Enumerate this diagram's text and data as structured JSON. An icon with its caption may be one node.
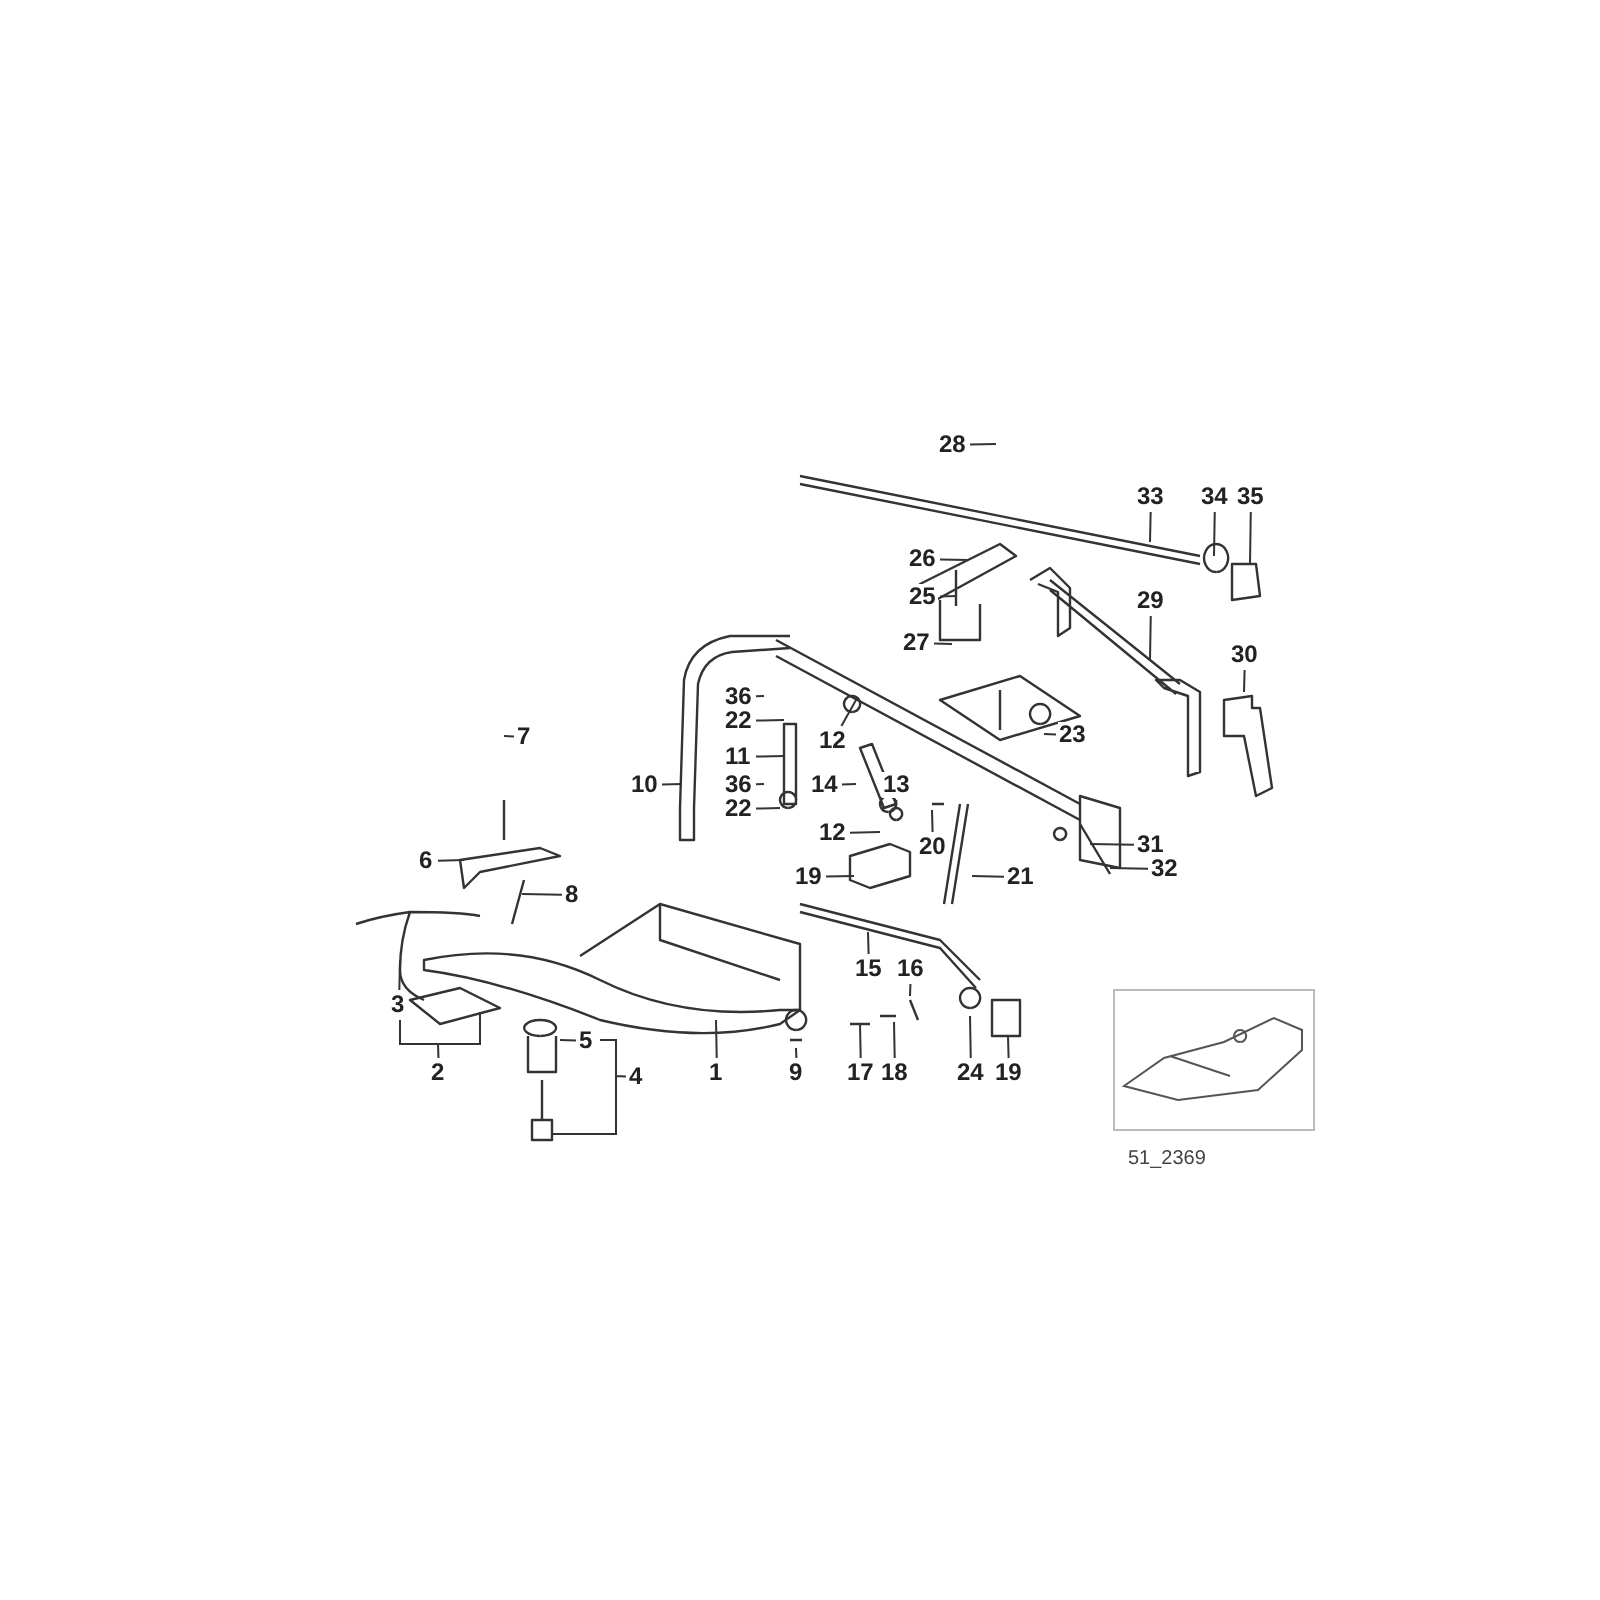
{
  "diagram": {
    "nodes": [
      {
        "text": [
          "28"
        ]
      },
      {
        "text": [
          "33"
        ]
      },
      {
        "text": [
          "34"
        ]
      },
      {
        "text": [
          "35"
        ]
      },
      {
        "text": [
          "26"
        ]
      },
      {
        "text": [
          "29"
        ]
      },
      {
        "text": [
          "25"
        ]
      },
      {
        "text": [
          "27"
        ]
      },
      {
        "text": [
          "30"
        ]
      },
      {
        "text": [
          "36"
        ]
      },
      {
        "text": [
          "22"
        ]
      },
      {
        "text": [
          "23"
        ]
      },
      {
        "text": [
          "12"
        ]
      },
      {
        "text": [
          "11"
        ]
      },
      {
        "text": [
          "10"
        ]
      },
      {
        "text": [
          "14"
        ]
      },
      {
        "text": [
          "13"
        ]
      },
      {
        "text": [
          "36"
        ]
      },
      {
        "text": [
          "22"
        ]
      },
      {
        "text": [
          "12"
        ]
      },
      {
        "text": [
          "7"
        ]
      },
      {
        "text": [
          "31"
        ]
      },
      {
        "text": [
          "20"
        ]
      },
      {
        "text": [
          "32"
        ]
      },
      {
        "text": [
          "6"
        ]
      },
      {
        "text": [
          "19"
        ]
      },
      {
        "text": [
          "21"
        ]
      },
      {
        "text": [
          "8"
        ]
      },
      {
        "text": [
          "15"
        ]
      },
      {
        "text": [
          "16"
        ]
      },
      {
        "text": [
          "3"
        ]
      },
      {
        "text": [
          "5"
        ]
      },
      {
        "text": [
          "1"
        ]
      },
      {
        "text": [
          "9"
        ]
      },
      {
        "text": [
          "17"
        ]
      },
      {
        "text": [
          "18"
        ]
      },
      {
        "text": [
          "24"
        ]
      },
      {
        "text": [
          "19"
        ]
      },
      {
        "text": [
          "2"
        ]
      },
      {
        "text": [
          "4"
        ]
      }
    ],
    "edges": [
      {
        "from": 0,
        "to": null,
        "arrow": "none"
      },
      {
        "from": 1,
        "to": null,
        "arrow": "none"
      },
      {
        "from": 2,
        "to": null,
        "arrow": "none"
      },
      {
        "from": 3,
        "to": null,
        "arrow": "none"
      },
      {
        "from": 4,
        "to": null,
        "arrow": "none"
      },
      {
        "from": 5,
        "to": null,
        "arrow": "none"
      },
      {
        "from": 6,
        "to": null,
        "arrow": "none"
      },
      {
        "from": 7,
        "to": null,
        "arrow": "none"
      },
      {
        "from": 8,
        "to": null,
        "arrow": "none"
      },
      {
        "from": 9,
        "to": null,
        "arrow": "none"
      },
      {
        "from": 10,
        "to": null,
        "arrow": "none"
      },
      {
        "from": 11,
        "to": null,
        "arrow": "none"
      },
      {
        "from": 12,
        "to": null,
        "arrow": "none"
      },
      {
        "from": 13,
        "to": null,
        "arrow": "none"
      },
      {
        "from": 14,
        "to": null,
        "arrow": "none"
      },
      {
        "from": 15,
        "to": null,
        "arrow": "none"
      },
      {
        "from": 16,
        "to": null,
        "arrow": "none"
      },
      {
        "from": 17,
        "to": null,
        "arrow": "none"
      },
      {
        "from": 18,
        "to": null,
        "arrow": "none"
      },
      {
        "from": 19,
        "to": null,
        "arrow": "none"
      },
      {
        "from": 20,
        "to": null,
        "arrow": "none"
      },
      {
        "from": 21,
        "to": null,
        "arrow": "none"
      },
      {
        "from": 22,
        "to": null,
        "arrow": "none"
      },
      {
        "from": 23,
        "to": null,
        "arrow": "none"
      },
      {
        "from": 24,
        "to": null,
        "arrow": "none"
      },
      {
        "from": 25,
        "to": null,
        "arrow": "none"
      },
      {
        "from": 26,
        "to": null,
        "arrow": "none"
      },
      {
        "from": 27,
        "to": null,
        "arrow": "none"
      },
      {
        "from": 28,
        "to": null,
        "arrow": "none"
      },
      {
        "from": 29,
        "to": null,
        "arrow": "none"
      },
      {
        "from": 30,
        "to": null,
        "arrow": "none"
      },
      {
        "from": 31,
        "to": null,
        "arrow": "none"
      },
      {
        "from": 32,
        "to": null,
        "arrow": "none"
      },
      {
        "from": 33,
        "to": null,
        "arrow": "none"
      },
      {
        "from": 34,
        "to": null,
        "arrow": "none"
      },
      {
        "from": 35,
        "to": null,
        "arrow": "none"
      },
      {
        "from": 36,
        "to": null,
        "arrow": "none"
      },
      {
        "from": 37,
        "to": null,
        "arrow": "none"
      },
      {
        "from": 38,
        "to": null,
        "arrow": "none"
      },
      {
        "from": 39,
        "to": null,
        "arrow": "none"
      }
    ],
    "labels": [
      "51_2369"
    ]
  }
}
